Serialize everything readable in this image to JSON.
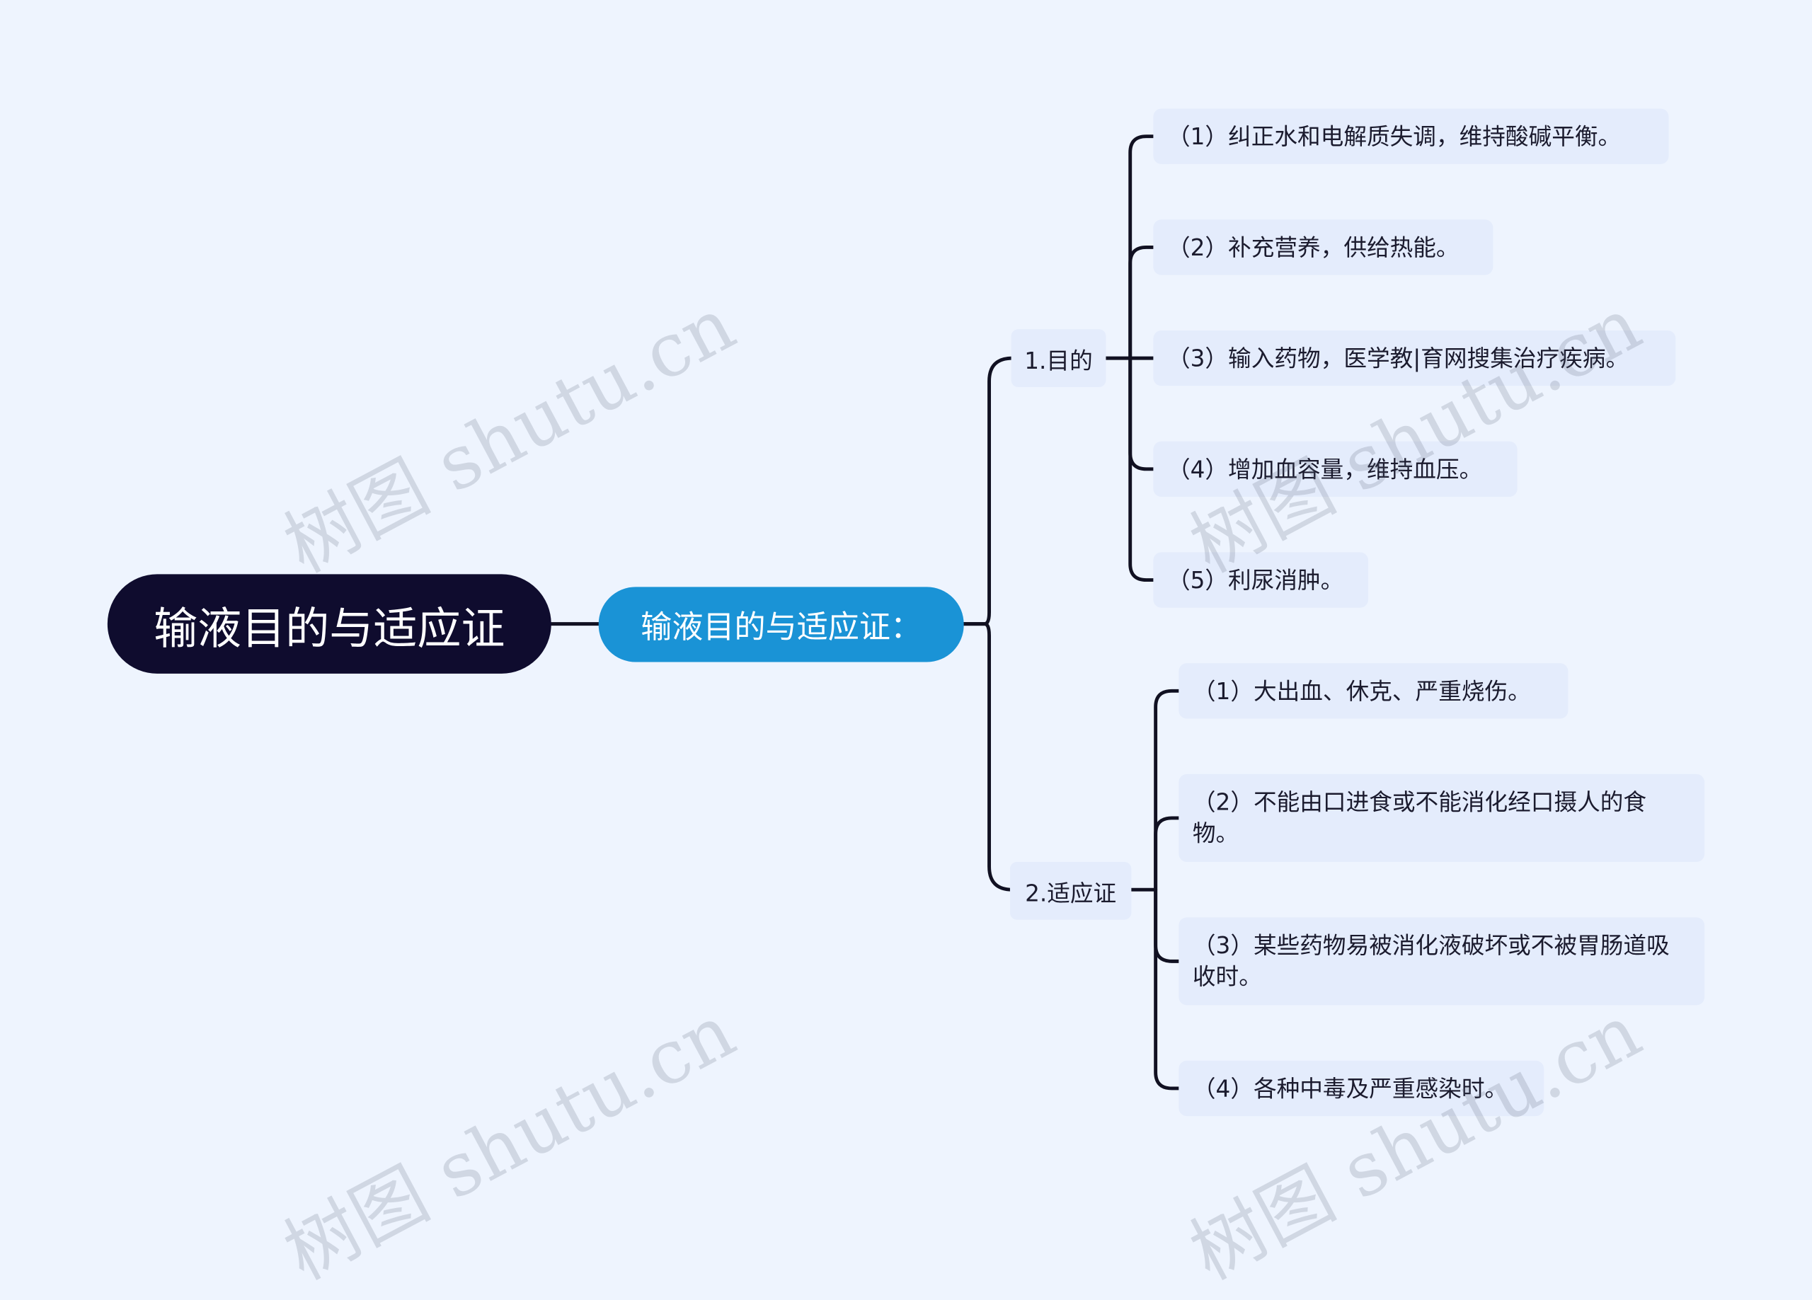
{
  "root": {
    "label": "输液目的与适应证"
  },
  "subtitle": {
    "label": "输液目的与适应证："
  },
  "branches": [
    {
      "label": "1.目的",
      "items": [
        "（1）纠正水和电解质失调，维持酸碱平衡。",
        "（2）补充营养，供给热能。",
        "（3）输入药物，医学教|育网搜集治疗疾病。",
        "（4）增加血容量，维持血压。",
        "（5）利尿消肿。"
      ]
    },
    {
      "label": "2.适应证",
      "items": [
        "（1）大出血、休克、严重烧伤。",
        "（2）不能由口进食或不能消化经口摄人的食物。",
        "（3）某些药物易被消化液破坏或不被胃肠道吸收时。",
        "（4）各种中毒及严重感染时。"
      ]
    }
  ],
  "watermark": {
    "text": "树图 shutu.cn"
  },
  "colors": {
    "background": "#eef4fe",
    "root": "#0f0c2e",
    "subtitle": "#1a93d6",
    "node": "#e4ecfc",
    "line": "#111122"
  }
}
